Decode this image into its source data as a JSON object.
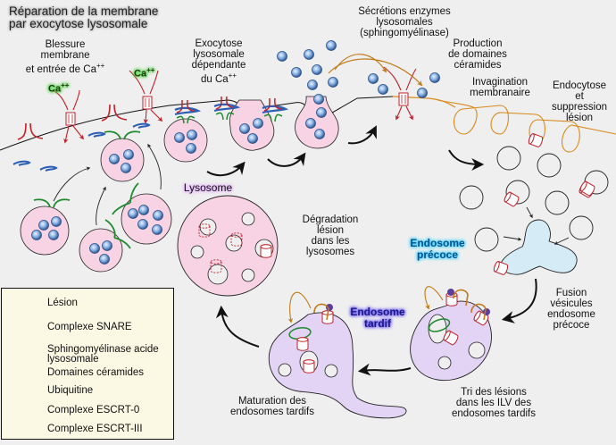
{
  "title": "Réparation de la membrane\npar exocytose lysosomale",
  "labels": {
    "blessure": "Blessure\nmembrane\net entrée de Ca",
    "blessure_sup": "++",
    "ca_label": "Ca",
    "ca_sup": "++",
    "exocytose": "Exocytose\nlysosomale\ndépendante\ndu Ca",
    "exocytose_sup": "++",
    "secretions": "Sécrétions enzymes\nlysosomales\n(sphingomyélinase)",
    "production": "Production\nde domaines\ncéramides",
    "invagination": "Invagination\nmembranaire",
    "endocytose": "Endocytose\net\nsuppression\nlésion",
    "lysosome": "Lysosome",
    "degradation": "Dégradation\nlésion\ndans les\nlysosomes",
    "endosome_precoce": "Endosome\nprécoce",
    "fusion": "Fusion\nvésicules\nendosome\nprécoce",
    "endosome_tardif": "Endosome\ntardif",
    "tri": "Tri des lésions\ndans les ILV des\nendosomes tardifs",
    "maturation": "Maturation des\nendosomes tardifs"
  },
  "legend": [
    {
      "icon": "lesion-icon",
      "label": "Lésion"
    },
    {
      "icon": "snare-complex-icon",
      "label": "Complexe SNARE"
    },
    {
      "icon": "sphingomyelinase-icon",
      "label": "Sphingomyélinase acide\nlysosomale"
    },
    {
      "icon": "ceramide-domain-icon",
      "label": "Domaines céramides"
    },
    {
      "icon": "ubiquitin-icon",
      "label": "Ubiquitine"
    },
    {
      "icon": "escrt0-icon",
      "label": "Complexe ESCRT-0"
    },
    {
      "icon": "escrt3-icon",
      "label": "Complexe ESCRT-III"
    }
  ],
  "colors": {
    "lysosome_fill": "#f8d3e3",
    "early_endosome_fill": "#d5ecf7",
    "late_endosome_fill": "#e3d3f4",
    "lesion": "#c0202a",
    "snare_blue": "#2a5fb5",
    "snare_green": "#1e8a2e",
    "ceramide": "#d98a1c",
    "ubiquitin": "#5a3fa0",
    "enzyme": "#7aa6d8"
  }
}
